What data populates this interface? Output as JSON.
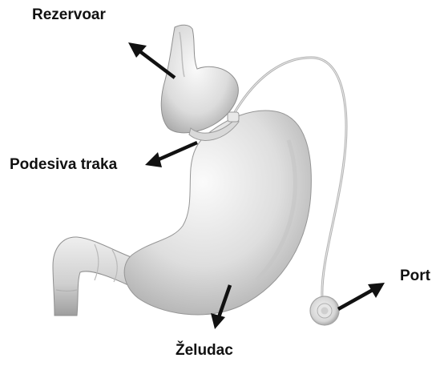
{
  "diagram": {
    "labels": {
      "reservoir": "Rezervoar",
      "band": "Podesiva traka",
      "port": "Port",
      "stomach": "Želudac"
    },
    "colors": {
      "arrow": "#111111",
      "organ_light": "#f2f2f2",
      "organ_mid": "#d2d2d2",
      "organ_dark": "#a8a8a8",
      "tube": "#9a9a9a",
      "port_ring": "#b5b5b5"
    }
  }
}
